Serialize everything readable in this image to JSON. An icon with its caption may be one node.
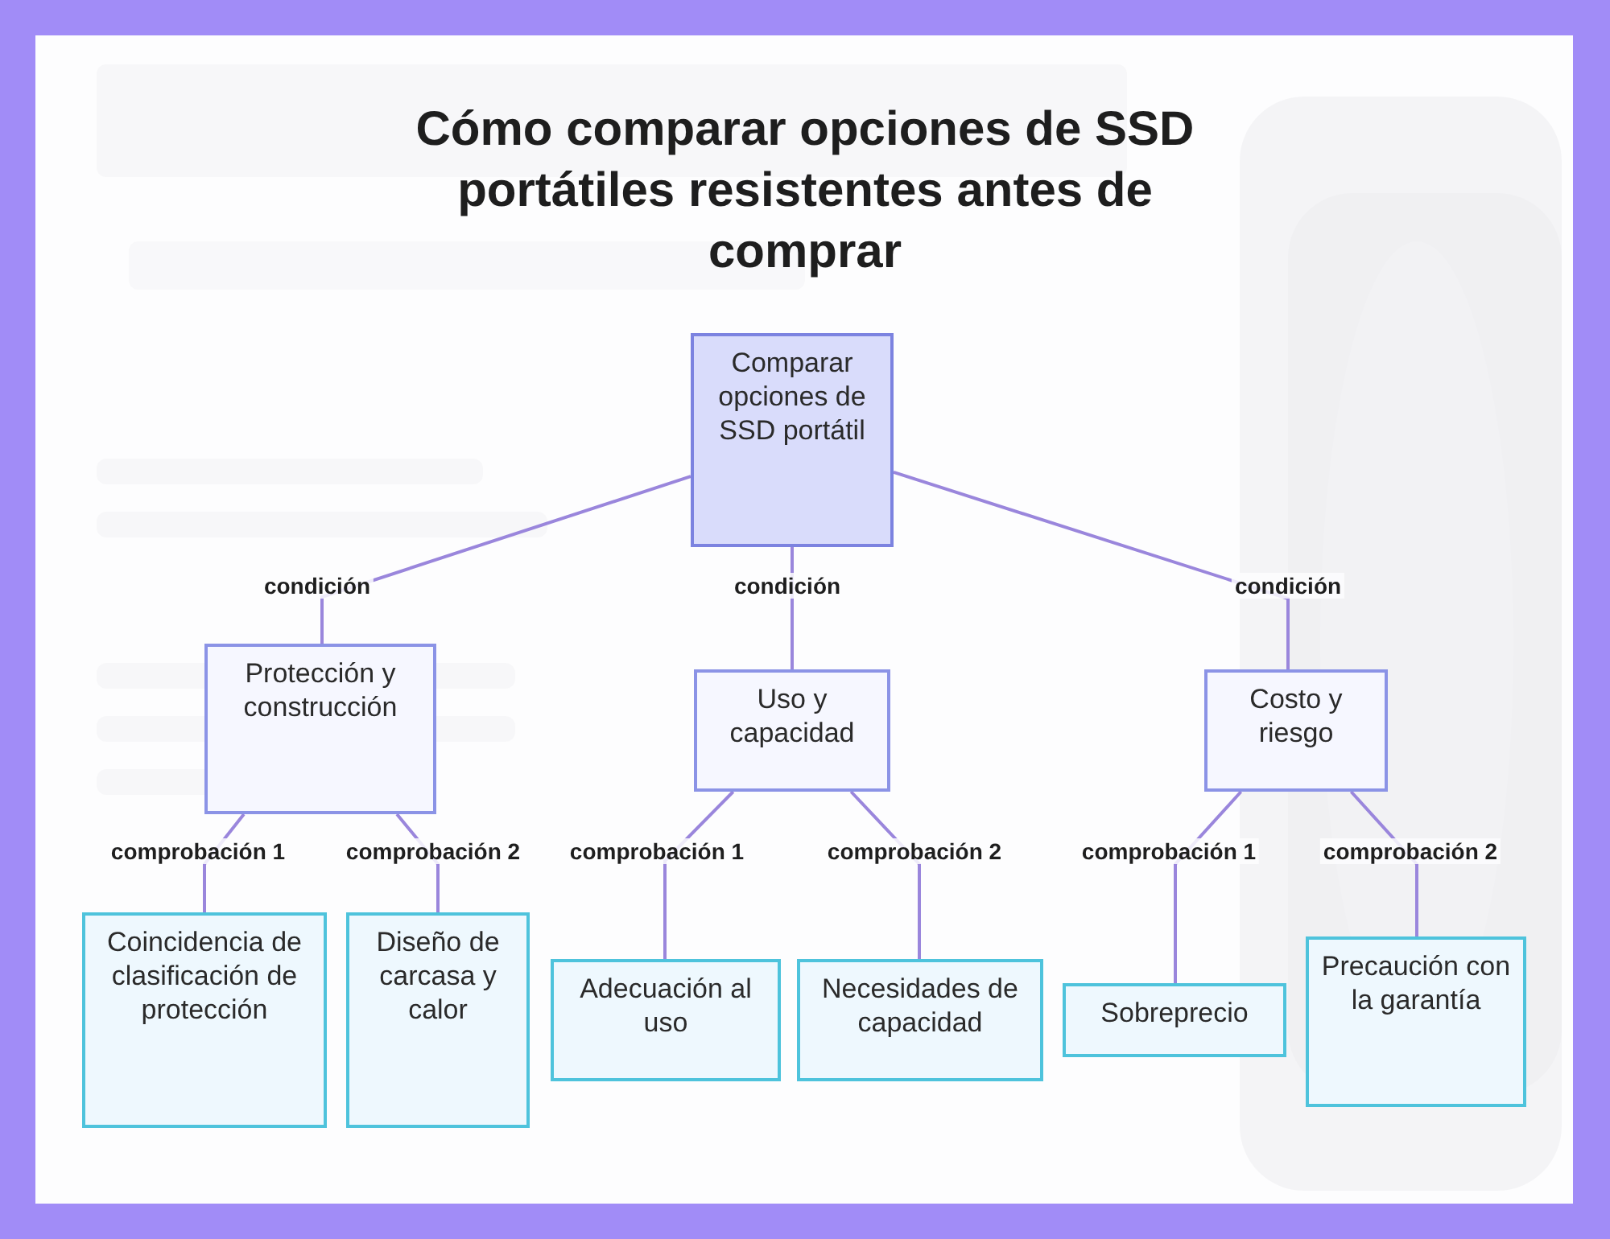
{
  "diagram": {
    "title": "Cómo comparar opciones de SSD portátiles resistentes antes de comprar",
    "nodes": [
      {
        "text": [
          "Comparar opciones de SSD portátil"
        ]
      },
      {
        "text": [
          "Protección y construcción"
        ]
      },
      {
        "text": [
          "Uso y capacidad"
        ]
      },
      {
        "text": [
          "Costo y riesgo"
        ]
      },
      {
        "text": [
          "Coincidencia de clasificación de protección"
        ]
      },
      {
        "text": [
          "Diseño de carcasa y calor"
        ]
      },
      {
        "text": [
          "Adecuación al uso"
        ]
      },
      {
        "text": [
          "Necesidades de capacidad"
        ]
      },
      {
        "text": [
          "Sobreprecio"
        ]
      },
      {
        "text": [
          "Precaución con la garantía"
        ]
      }
    ],
    "edges": [
      {
        "from": 0,
        "to": 1,
        "arrow": "none",
        "label": "condición"
      },
      {
        "from": 0,
        "to": 2,
        "arrow": "none",
        "label": "condición"
      },
      {
        "from": 0,
        "to": 3,
        "arrow": "none",
        "label": "condición"
      },
      {
        "from": 1,
        "to": 4,
        "arrow": "none",
        "label": "comprobación 1"
      },
      {
        "from": 1,
        "to": 5,
        "arrow": "none",
        "label": "comprobación 2"
      },
      {
        "from": 2,
        "to": 6,
        "arrow": "none",
        "label": "comprobación 1"
      },
      {
        "from": 2,
        "to": 7,
        "arrow": "none",
        "label": "comprobación 2"
      },
      {
        "from": 3,
        "to": 8,
        "arrow": "none",
        "label": "comprobación 1"
      },
      {
        "from": 3,
        "to": 9,
        "arrow": "none",
        "label": "comprobación 2"
      }
    ]
  }
}
